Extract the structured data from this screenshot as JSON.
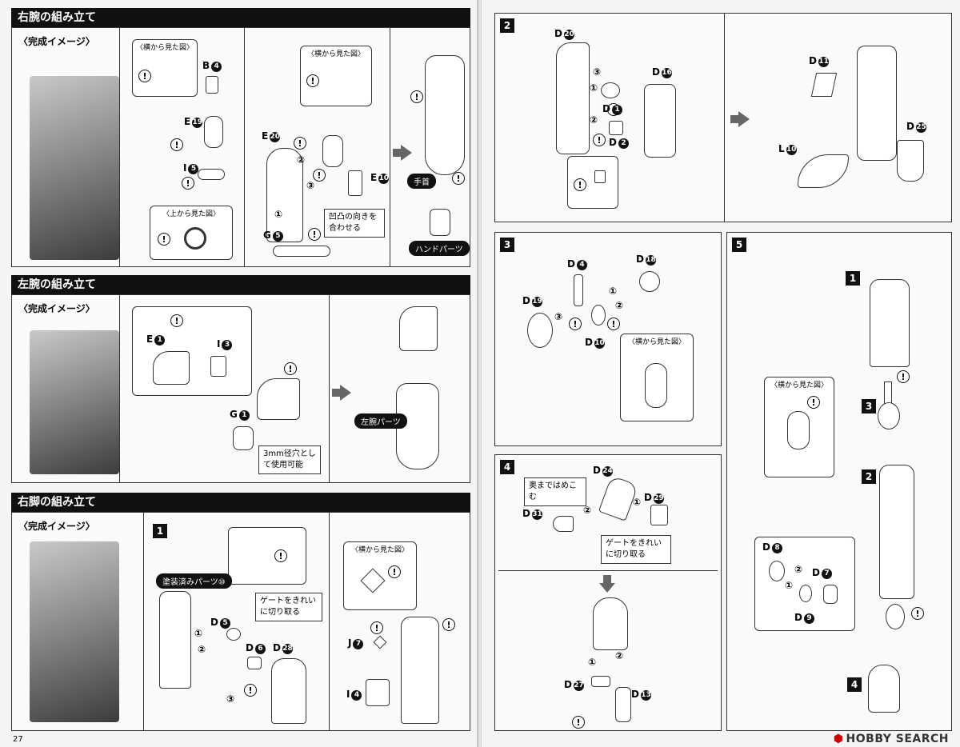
{
  "sections": {
    "right_arm": {
      "title": "右腕の組み立て",
      "image_label": "〈完成イメージ〉"
    },
    "left_arm": {
      "title": "左腕の組み立て",
      "image_label": "〈完成イメージ〉"
    },
    "right_leg": {
      "title": "右脚の組み立て",
      "image_label": "〈完成イメージ〉"
    }
  },
  "callouts": {
    "side_view": "〈横から見た図〉",
    "top_view": "〈上から見た図〉"
  },
  "notes": {
    "align_bumps": "凹凸の向きを合わせる",
    "hole_3mm": "3mm径穴として使用可能",
    "cut_gate_1": "ゲートをきれいに切り取る",
    "cut_gate_2": "ゲートをきれいに切り取る",
    "push_deep": "奥まではめこむ"
  },
  "pills": {
    "wrist": "手首",
    "hand_parts": "ハンドパーツ",
    "left_arm_parts": "左腕パーツ",
    "painted_parts": "塗装済みパーツ⑩"
  },
  "warning_mark": "!",
  "step_numbers": {
    "s1": "1",
    "s2": "2",
    "s3": "3",
    "s4": "4",
    "s5": "5"
  },
  "sub_numbers": [
    "1",
    "3",
    "2",
    "4"
  ],
  "order_marks": {
    "one": "①",
    "two": "②",
    "three": "③"
  },
  "parts": {
    "ra": [
      {
        "l": "B",
        "n": "4"
      },
      {
        "l": "E",
        "n": "19"
      },
      {
        "l": "I",
        "n": "5"
      },
      {
        "l": "E",
        "n": "20"
      },
      {
        "l": "E",
        "n": "10"
      },
      {
        "l": "G",
        "n": "5"
      }
    ],
    "la": [
      {
        "l": "E",
        "n": "1"
      },
      {
        "l": "I",
        "n": "3"
      },
      {
        "l": "G",
        "n": "1"
      }
    ],
    "rl": [
      {
        "l": "D",
        "n": "5"
      },
      {
        "l": "D",
        "n": "6"
      },
      {
        "l": "D",
        "n": "28"
      },
      {
        "l": "J",
        "n": "7"
      },
      {
        "l": "I",
        "n": "4"
      }
    ],
    "s2": [
      {
        "l": "D",
        "n": "20"
      },
      {
        "l": "D",
        "n": "16"
      },
      {
        "l": "D",
        "n": "1"
      },
      {
        "l": "D",
        "n": "2"
      },
      {
        "l": "D",
        "n": "11"
      },
      {
        "l": "D",
        "n": "25"
      },
      {
        "l": "L",
        "n": "10"
      }
    ],
    "s3": [
      {
        "l": "D",
        "n": "4"
      },
      {
        "l": "D",
        "n": "18"
      },
      {
        "l": "D",
        "n": "19"
      },
      {
        "l": "D",
        "n": "10"
      }
    ],
    "s4": [
      {
        "l": "D",
        "n": "24"
      },
      {
        "l": "D",
        "n": "29"
      },
      {
        "l": "D",
        "n": "31"
      },
      {
        "l": "D",
        "n": "27"
      },
      {
        "l": "D",
        "n": "13"
      }
    ],
    "s5": [
      {
        "l": "D",
        "n": "8"
      },
      {
        "l": "D",
        "n": "7"
      },
      {
        "l": "D",
        "n": "9"
      }
    ]
  },
  "footer": {
    "page_number": "27",
    "watermark": "HOBBY SEARCH"
  }
}
